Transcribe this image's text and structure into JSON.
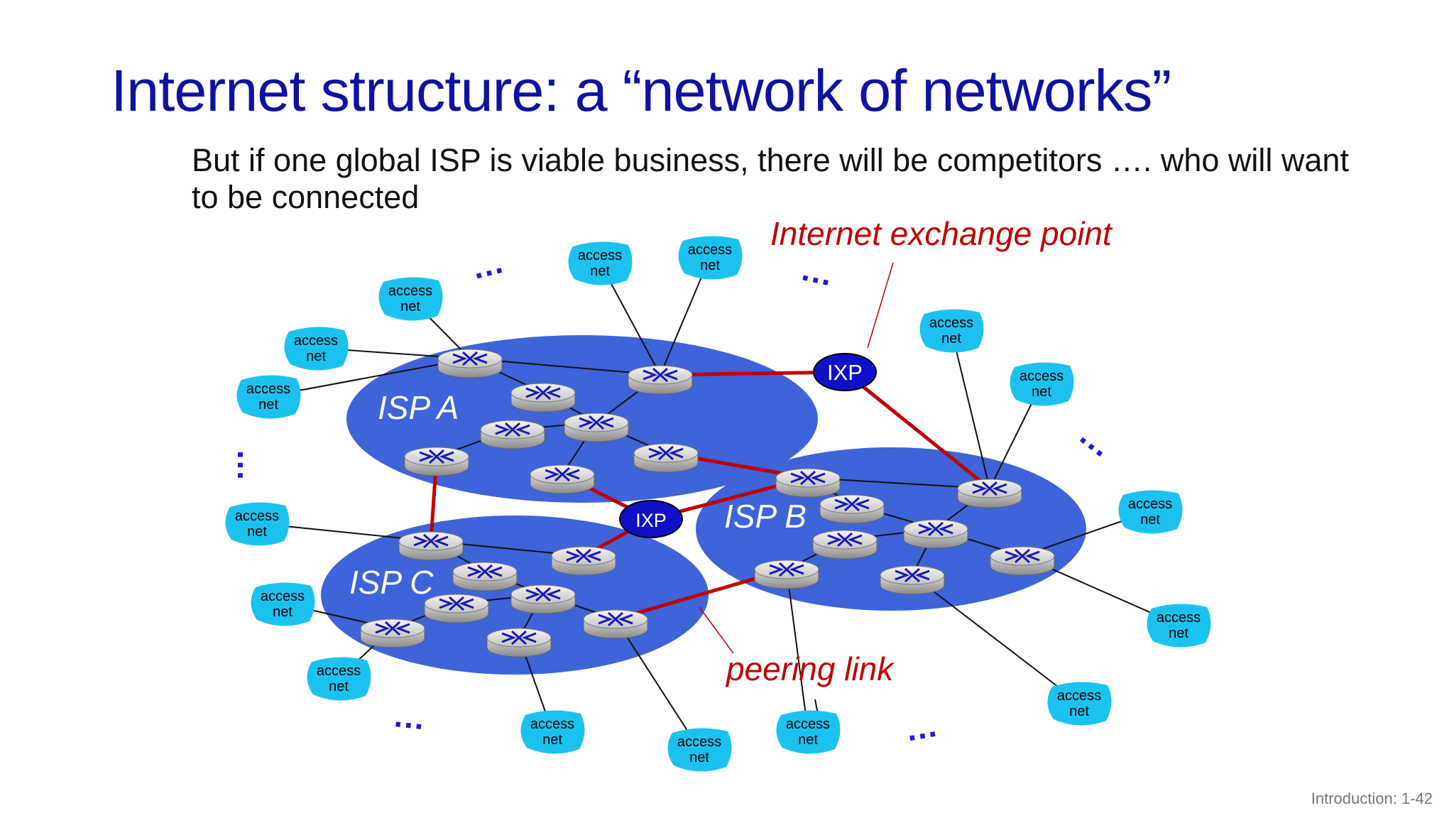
{
  "slide": {
    "title": "Internet structure: a “network of networks”",
    "subtitle": "But if one global ISP is viable business, there will be competitors …. who will want to be connected",
    "footer": "Introduction: 1-42"
  },
  "diagram": {
    "isps": [
      {
        "id": "isp_a",
        "label": "ISP A"
      },
      {
        "id": "isp_b",
        "label": "ISP B"
      },
      {
        "id": "isp_c",
        "label": "ISP C"
      }
    ],
    "ixps": [
      {
        "id": "ixp_top",
        "label": "IXP"
      },
      {
        "id": "ixp_mid",
        "label": "IXP"
      }
    ],
    "access_net_line1": "access",
    "access_net_line2": "net",
    "callouts": {
      "ixp": "Internet exchange point",
      "peering": "peering link"
    },
    "ellipsis": "…",
    "colors": {
      "isp_fill": "#3f63d8",
      "access_net": "#1cc2ef",
      "ixp_fill": "#1010c8",
      "peering_link": "#c00000",
      "title": "#0d12a3"
    }
  }
}
